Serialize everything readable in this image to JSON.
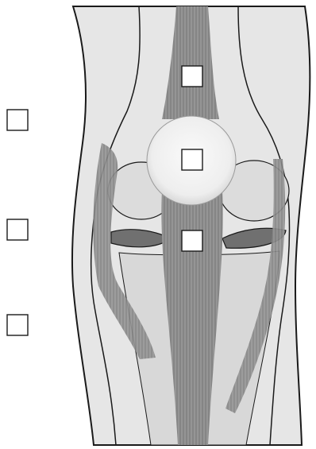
{
  "diagram": {
    "subject": "knee-joint-anterior-view",
    "colors": {
      "background": "#ffffff",
      "skin": "#e6e6e6",
      "outline": "#1a1a1a",
      "tendon": "#8c8c8c",
      "tendon_dark": "#6f6f6f",
      "bone": "#dcdcdc",
      "patella": "#f5f5f5",
      "meniscus": "#707070",
      "label_box_fill": "#ffffff",
      "label_box_stroke": "#1a1a1a"
    },
    "label_boxes": [
      {
        "id": "box-1",
        "text": ""
      },
      {
        "id": "box-2",
        "text": ""
      },
      {
        "id": "box-3",
        "text": ""
      },
      {
        "id": "box-4",
        "text": ""
      },
      {
        "id": "box-5",
        "text": ""
      },
      {
        "id": "box-6",
        "text": ""
      }
    ]
  }
}
